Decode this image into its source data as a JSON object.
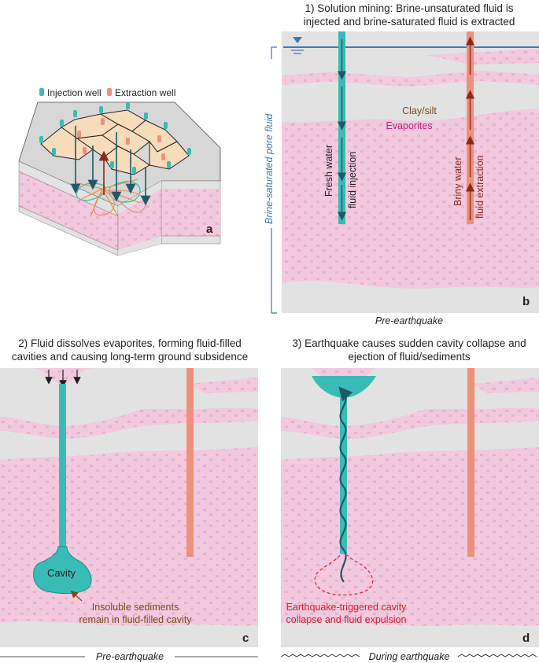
{
  "panel_a": {
    "legend_injection": "Injection well",
    "legend_extraction": "Extraction well",
    "label": "a"
  },
  "panel_b": {
    "title_line1": "1) Solution mining: Brine-unsaturated fluid is",
    "title_line2": "injected and brine-saturated fluid is extracted",
    "clay_label": "Clay/silt",
    "evaporites_label": "Evaporites",
    "injection_line1": "Fresh water",
    "injection_line2": "fluid injection",
    "extraction_line1": "Briny water",
    "extraction_line2": "fluid extraction",
    "side_label": "Brine-saturated pore fluid",
    "caption": "Pre-earthquake",
    "label": "b"
  },
  "panel_c": {
    "title_line1": "2) Fluid dissolves evaporites, forming fluid-filled",
    "title_line2": "cavities and causing long-term ground subsidence",
    "cavity_label": "Cavity",
    "sediments_line1": "Insoluble sediments",
    "sediments_line2": "remain in fluid-filled cavity",
    "caption": "Pre-earthquake",
    "label": "c"
  },
  "panel_d": {
    "title_line1": "3) Earthquake causes sudden cavity collapse and",
    "title_line2": "ejection of fluid/sediments",
    "collapse_line1": "Earthquake-triggered cavity",
    "collapse_line2": "collapse and fluid expulsion",
    "caption": "During earthquake",
    "label": "d"
  },
  "colors": {
    "pink": "#f2c9de",
    "clay": "#e3e2e3",
    "teal": "#39bcb5",
    "salmon": "#ee9178",
    "dark_teal": "#1d5a64",
    "brown": "#7a4b1c",
    "magenta": "#c21f7a",
    "red": "#d0202e",
    "blue": "#3c78c0"
  }
}
